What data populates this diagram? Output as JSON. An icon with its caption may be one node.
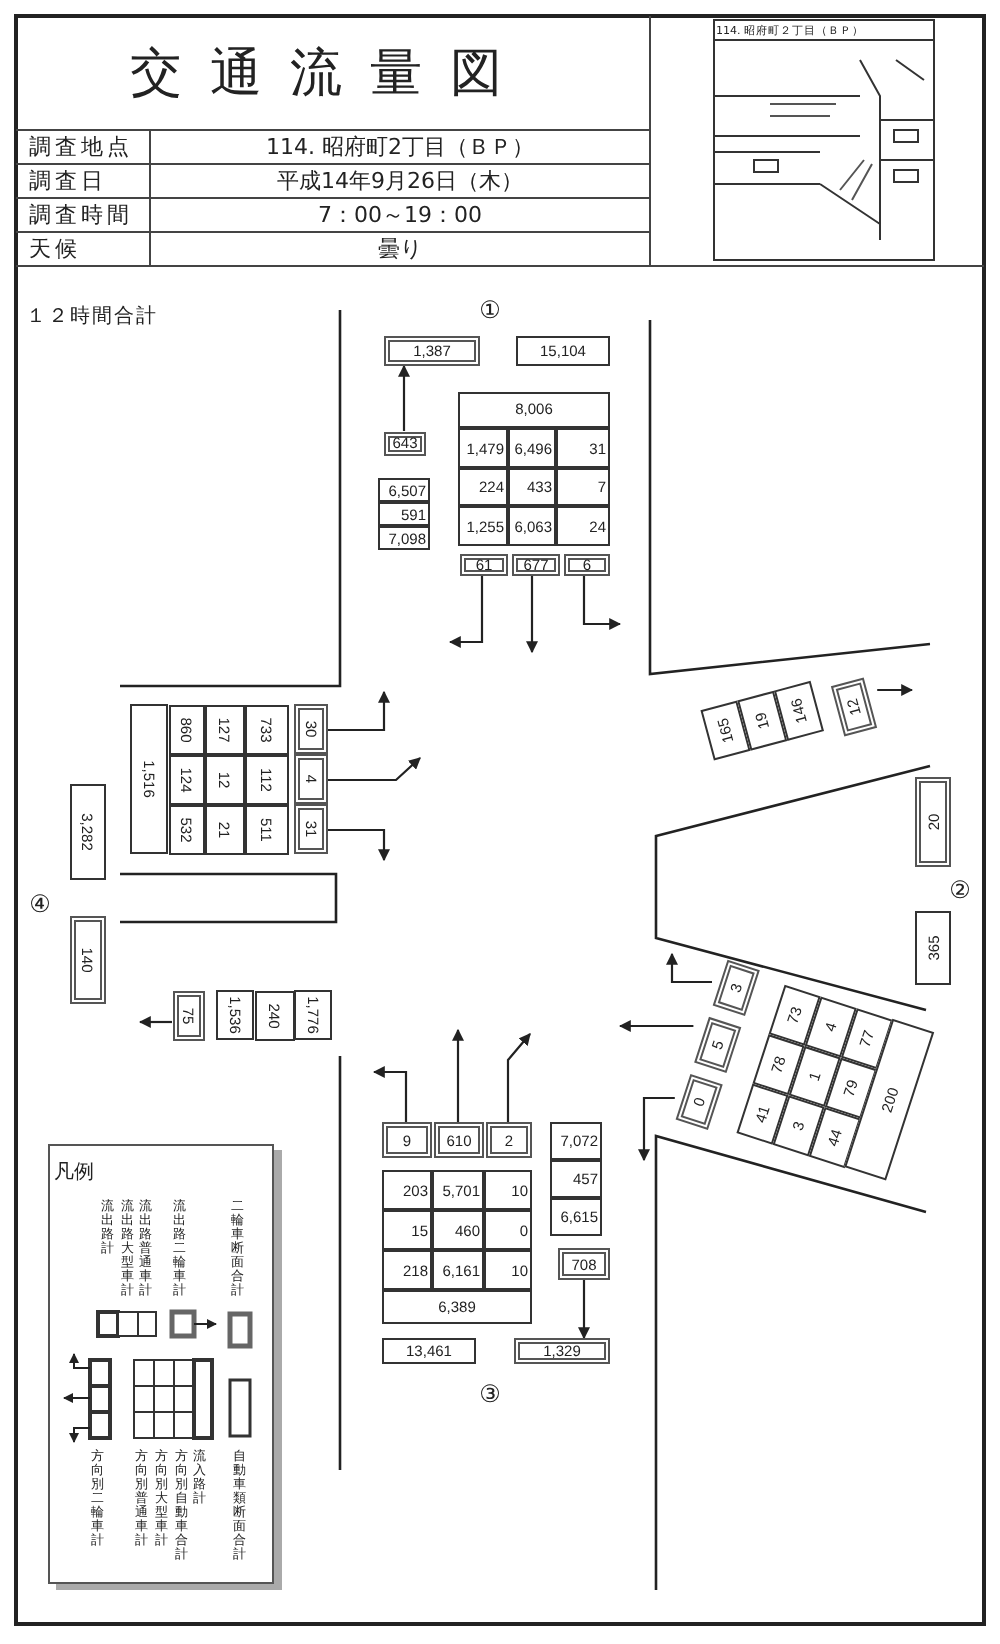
{
  "diagram": {
    "title": "交通流量図",
    "nodes": [
      {
        "text": [
          "1,387"
        ]
      },
      {
        "text": [
          "15,104"
        ]
      },
      {
        "text": [
          "643"
        ]
      },
      {
        "text": [
          "61"
        ]
      },
      {
        "text": [
          "677"
        ]
      },
      {
        "text": [
          "6"
        ]
      },
      {
        "text": [
          "30"
        ]
      },
      {
        "text": [
          "4"
        ]
      },
      {
        "text": [
          "31"
        ]
      },
      {
        "text": [
          "3,282"
        ]
      },
      {
        "text": [
          "140"
        ]
      },
      {
        "text": [
          "75"
        ]
      },
      {
        "text": [
          "12"
        ]
      },
      {
        "text": [
          "20"
        ]
      },
      {
        "text": [
          "365"
        ]
      },
      {
        "text": [
          "3"
        ]
      },
      {
        "text": [
          "5"
        ]
      },
      {
        "text": [
          "0"
        ]
      },
      {
        "text": [
          "9"
        ]
      },
      {
        "text": [
          "610"
        ]
      },
      {
        "text": [
          "2"
        ]
      },
      {
        "text": [
          "708"
        ]
      },
      {
        "text": [
          "13,461"
        ]
      },
      {
        "text": [
          "1,329"
        ]
      }
    ],
    "edges": [
      {
        "from": 2,
        "to": 0,
        "arrow": "to"
      },
      {
        "from": 3,
        "to": null,
        "arrow": "to"
      },
      {
        "from": 4,
        "to": null,
        "arrow": "to"
      },
      {
        "from": 5,
        "to": null,
        "arrow": "to"
      },
      {
        "from": 6,
        "to": null,
        "arrow": "to"
      },
      {
        "from": 7,
        "to": null,
        "arrow": "to"
      },
      {
        "from": 8,
        "to": null,
        "arrow": "to"
      },
      {
        "from": 11,
        "to": null,
        "arrow": "to"
      },
      {
        "from": 12,
        "to": null,
        "arrow": "to"
      },
      {
        "from": 15,
        "to": null,
        "arrow": "to"
      },
      {
        "from": 16,
        "to": null,
        "arrow": "to"
      },
      {
        "from": 17,
        "to": null,
        "arrow": "to"
      },
      {
        "from": 18,
        "to": null,
        "arrow": "to"
      },
      {
        "from": 19,
        "to": null,
        "arrow": "to"
      },
      {
        "from": 20,
        "to": null,
        "arrow": "to"
      },
      {
        "from": 21,
        "to": 23,
        "arrow": "to"
      }
    ],
    "labels": [
      "調査地点",
      "114. 昭府町2丁目（ＢＰ）",
      "調査日",
      "平成14年9月26日（木）",
      "調査時間",
      "7：00～19：00",
      "天候",
      "曇り",
      "114. 昭府町２丁目（ＢＰ）",
      "１２時間合計",
      "①",
      "8,006",
      "1,479",
      "6,496",
      "31",
      "224",
      "433",
      "7",
      "1,255",
      "6,063",
      "24",
      "6,507",
      "591",
      "7,098",
      "1,516",
      "860",
      "127",
      "733",
      "124",
      "12",
      "112",
      "532",
      "21",
      "511",
      "④",
      "1,536",
      "240",
      "1,776",
      "165",
      "19",
      "146",
      "②",
      "73",
      "4",
      "77",
      "78",
      "1",
      "79",
      "41",
      "3",
      "44",
      "200",
      "203",
      "5,701",
      "10",
      "15",
      "460",
      "0",
      "218",
      "6,161",
      "10",
      "6,389",
      "7,072",
      "457",
      "6,615",
      "③",
      "凡例"
    ],
    "legend": [
      {
        "text": "流出路計"
      },
      {
        "text": "流出路大型車計"
      },
      {
        "text": "流出路普通車計"
      },
      {
        "text": "流出路二輪車計"
      },
      {
        "text": "二輪車断面合計"
      },
      {
        "text": "方向別二輪車計"
      },
      {
        "text": "方向別普通車計"
      },
      {
        "text": "方向別大型車計"
      },
      {
        "text": "方向別自動車合計"
      },
      {
        "text": "流入路計"
      },
      {
        "text": "自動車類断面合計"
      }
    ]
  }
}
